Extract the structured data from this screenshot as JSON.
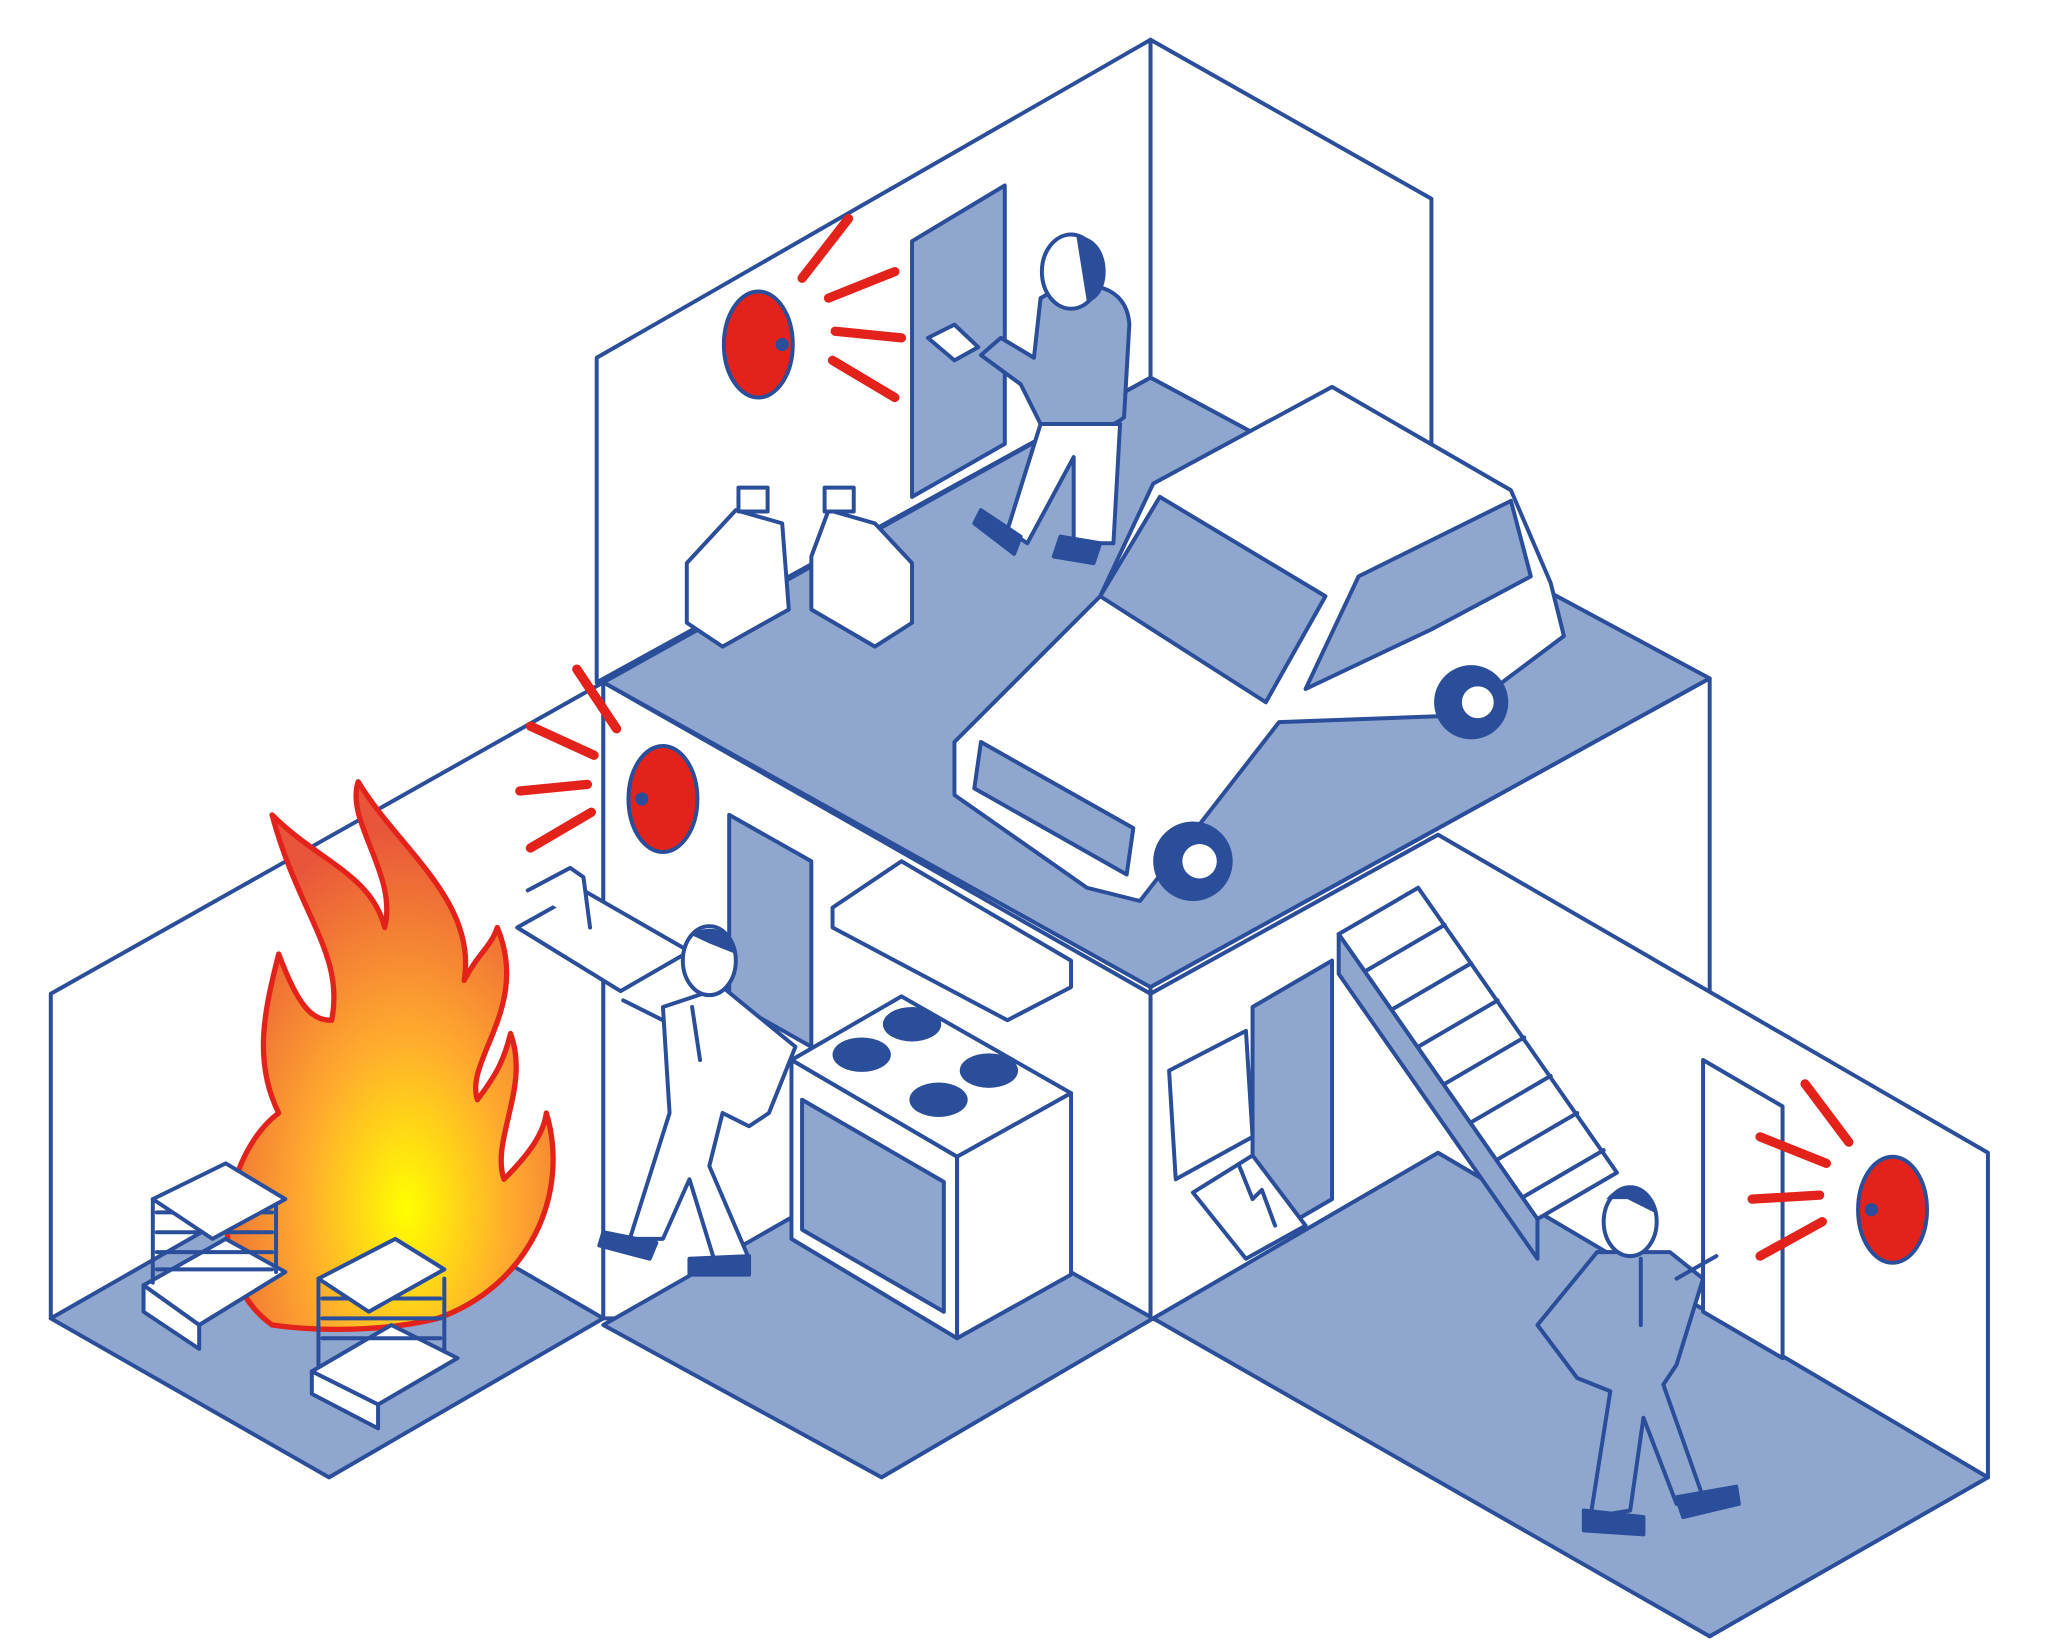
{
  "illustration": {
    "colors": {
      "outline": "#2b4e9a",
      "floor": "#8fa6cf",
      "wall": "#ffffff",
      "alarm": "#e3231b",
      "flame_core": "#ffee00",
      "flame_outer": "#e8553a"
    },
    "icons": [
      "fire-alarm-bell",
      "fire-flame",
      "car",
      "jerry-can",
      "stove",
      "stairs",
      "electrical-panel",
      "high-voltage-sign"
    ]
  }
}
